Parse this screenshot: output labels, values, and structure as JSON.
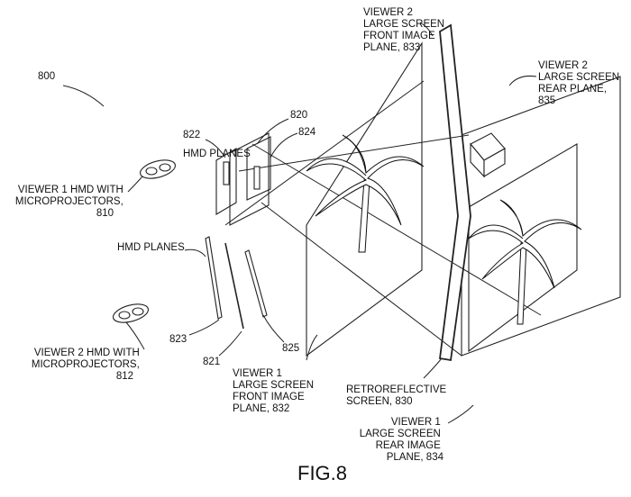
{
  "figure_title": "FIG.8",
  "ref_800": "800",
  "viewer1_hmd": [
    "VIEWER 1 HMD WITH",
    "MICROPROJECTORS,",
    "810"
  ],
  "viewer2_hmd": [
    "VIEWER 2 HMD WITH",
    "MICROPROJECTORS,",
    "812"
  ],
  "hmd_planes_top": "HMD PLANES",
  "hmd_planes_mid": "HMD PLANES",
  "refs": {
    "r822": "822",
    "r820": "820",
    "r824": "824",
    "r823": "823",
    "r821": "821",
    "r825": "825"
  },
  "viewer1_front": [
    "VIEWER 1",
    "LARGE SCREEN",
    "FRONT IMAGE",
    "PLANE, 832"
  ],
  "viewer2_front": [
    "VIEWER 2",
    "LARGE SCREEN",
    "FRONT IMAGE",
    "PLANE, 833"
  ],
  "viewer2_rear": [
    "VIEWER 2",
    "LARGE SCREEN",
    "REAR PLANE,",
    "835"
  ],
  "retro": [
    "RETROREFLECTIVE",
    "SCREEN, 830"
  ],
  "viewer1_rear": [
    "VIEWER 1",
    "LARGE SCREEN",
    "REAR IMAGE",
    "PLANE, 834"
  ]
}
